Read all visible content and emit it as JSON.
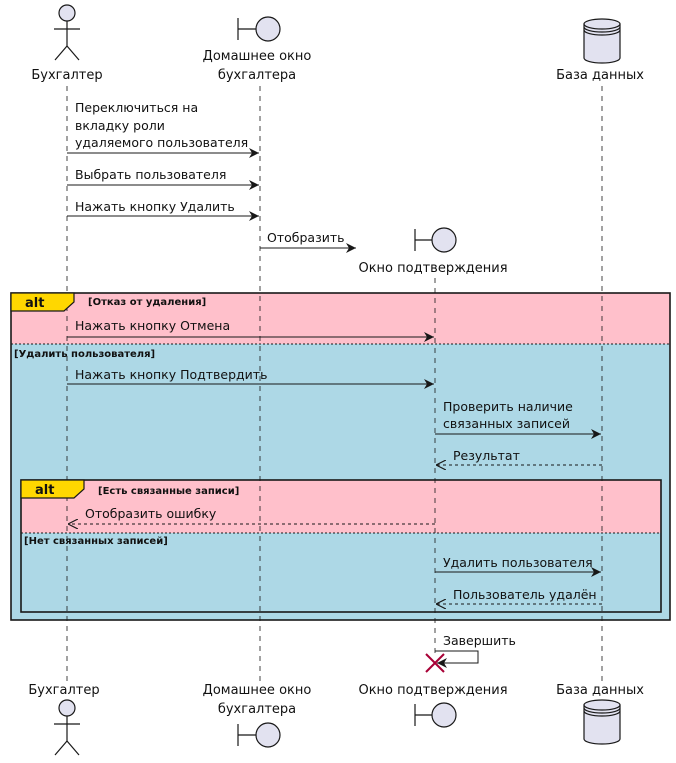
{
  "colors": {
    "fragment_alt": "#ffc0cb",
    "fragment_else": "#add8e6",
    "alt_tab": "#ffd700",
    "participant_fill": "#e2e2f0",
    "line": "#181818",
    "destroy": "#a80036"
  },
  "participants": {
    "accountant": {
      "name": "Бухгалтер",
      "icon": "actor-icon"
    },
    "home_window": {
      "name_line1": "Домашнее окно",
      "name_line2": "бухгалтера",
      "icon": "boundary-icon"
    },
    "confirm_window": {
      "name": "Окно подтверждения",
      "icon": "boundary-icon"
    },
    "database": {
      "name": "База данных",
      "icon": "database-icon"
    }
  },
  "messages": {
    "m1_line1": "Переключиться на",
    "m1_line2": "вкладку роли",
    "m1_line3": "удаляемого пользователя",
    "m2": "Выбрать пользователя",
    "m3": "Нажать кнопку Удалить",
    "m4": "Отобразить",
    "m5": "Нажать кнопку Отмена",
    "m6": "Нажать кнопку Подтвердить",
    "m7_line1": "Проверить наличие",
    "m7_line2": "связанных записей",
    "m8": "Результат",
    "m9": "Отобразить ошибку",
    "m10": "Удалить пользователя",
    "m11": "Пользователь удалён",
    "m12": "Завершить"
  },
  "fragments": {
    "outer": {
      "operator": "alt",
      "guard1": "[Отказ от удаления]",
      "guard2": "[Удалить пользователя]"
    },
    "inner": {
      "operator": "alt",
      "guard1": "[Есть связанные записи]",
      "guard2": "[Нет связанных записей]"
    }
  }
}
